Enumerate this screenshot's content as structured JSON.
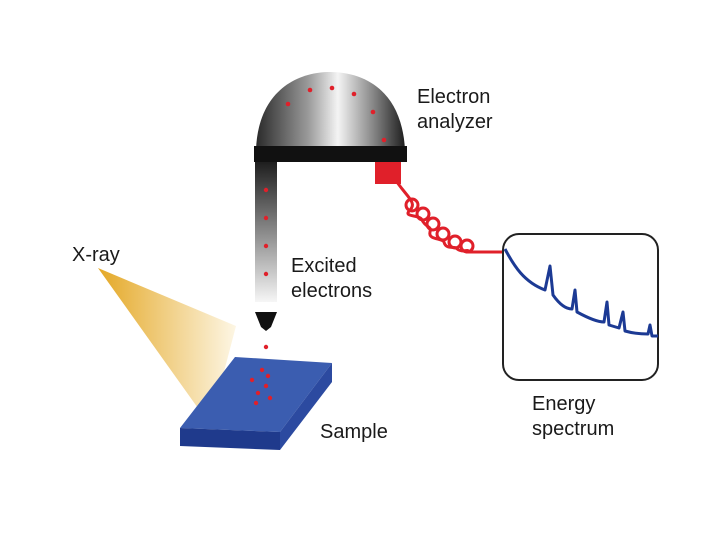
{
  "labels": {
    "electron_analyzer": [
      "Electron",
      "analyzer"
    ],
    "xray": "X-ray",
    "excited_electrons": [
      "Excited",
      "electrons"
    ],
    "sample": "Sample",
    "energy_spectrum": [
      "Energy",
      "spectrum"
    ]
  },
  "colors": {
    "background": "#ffffff",
    "sample_top": "#3b5db0",
    "sample_side": "#1f3a8c",
    "xray_beam": "#e9b83c",
    "electron_dots": "#e0202a",
    "wire": "#e0202a",
    "spectrum_line": "#1c3a94",
    "analyzer_base": "#111111",
    "text": "#1a1a1a"
  }
}
